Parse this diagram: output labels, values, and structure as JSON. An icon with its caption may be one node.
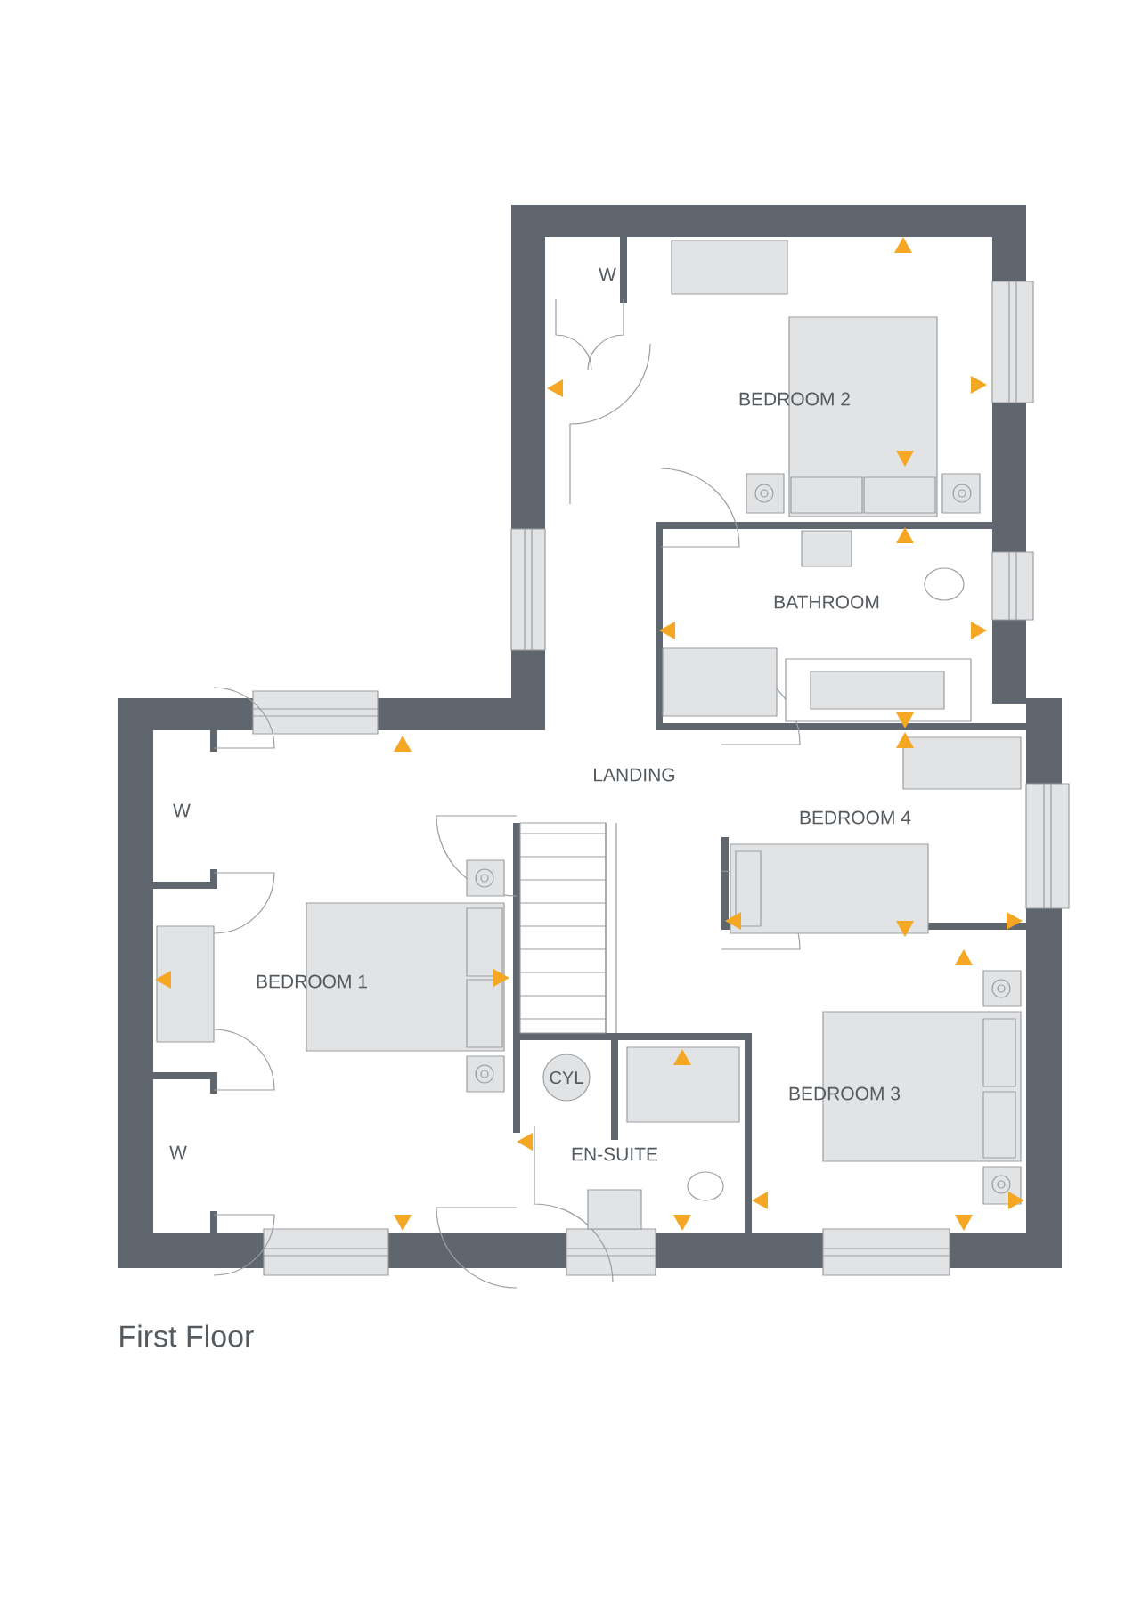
{
  "diagram": {
    "title": "First Floor",
    "nodes": [
      {
        "text": [
          "CYL"
        ]
      }
    ],
    "labels": [
      "W",
      "BEDROOM 2",
      "BATHROOM",
      "LANDING",
      "BEDROOM 4",
      "W",
      "BEDROOM 1",
      "W",
      "EN-SUITE",
      "BEDROOM 3"
    ]
  }
}
